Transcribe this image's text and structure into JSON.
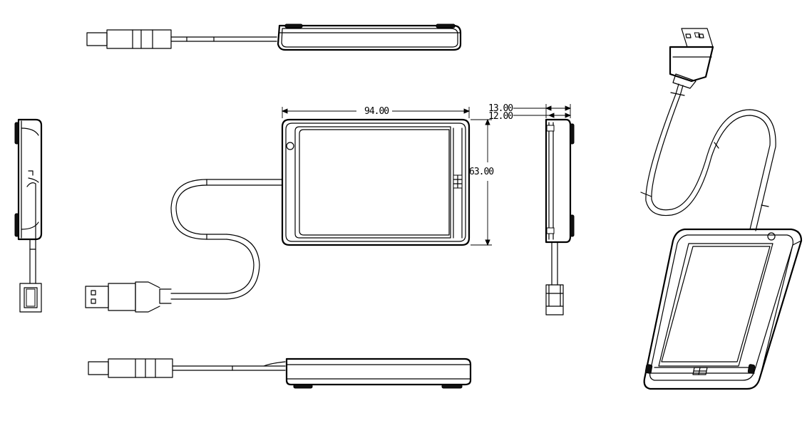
{
  "dimensions": {
    "width": "94.00",
    "height": "63.00",
    "depth_outer": "13.00",
    "depth_inner": "12.00"
  },
  "line_color": "#000000",
  "background": "#ffffff"
}
